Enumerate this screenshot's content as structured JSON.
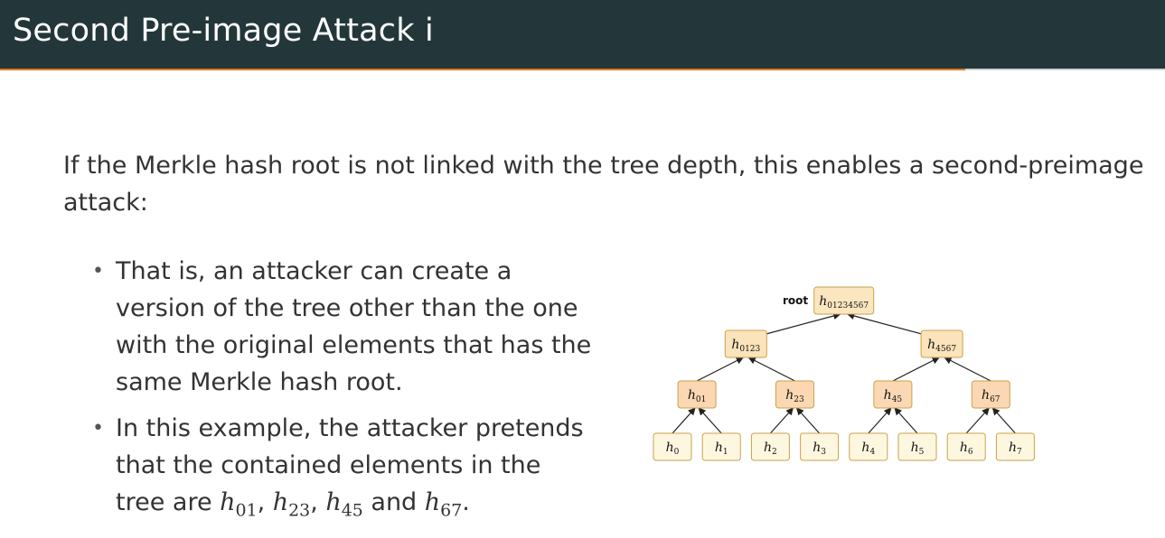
{
  "header": {
    "title": "Second Pre-image Attack  i"
  },
  "intro": "If the Merkle hash root is not linked with the tree depth, this enables a second-preimage attack:",
  "bullets": [
    {
      "text": "That is, an attacker can create a version of the tree other than the one with the original elements that has the same Merkle hash root."
    },
    {
      "prefix": "In this example, the attacker pretends that the contained elements in the tree are ",
      "terms": [
        "01",
        "23",
        "45",
        "67"
      ],
      "sep1": ", ",
      "sep2": ", ",
      "sep3": " and ",
      "suffix": "."
    }
  ],
  "tree": {
    "root_label": "root",
    "symbol": "h",
    "root": "01234567",
    "level2": [
      "0123",
      "4567"
    ],
    "level1": [
      "01",
      "23",
      "45",
      "67"
    ],
    "leaves": [
      "0",
      "1",
      "2",
      "3",
      "4",
      "5",
      "6",
      "7"
    ]
  },
  "colors": {
    "header_bg": "#23373b",
    "accent": "#e07b24",
    "node_border": "#c9a24a"
  }
}
